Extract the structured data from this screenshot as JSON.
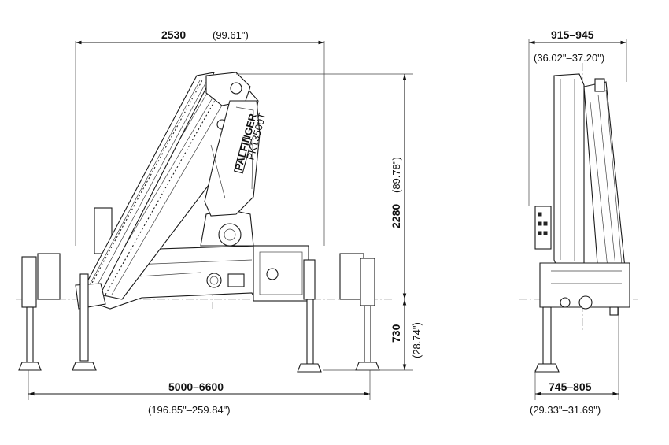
{
  "dimensions": {
    "reach_width": {
      "value": "2530",
      "inches": "(99.61\")"
    },
    "height_above": {
      "value": "2280",
      "inches": "(89.78\")"
    },
    "height_below": {
      "value": "730",
      "inches": "(28.74\")"
    },
    "outrigger_span": {
      "value": "5000–6600",
      "inches": "(196.85\"–259.84\")"
    },
    "side_width_top": {
      "value": "915–945",
      "inches": "(36.02\"–37.20\")"
    },
    "side_width_bottom": {
      "value": "745–805",
      "inches": "(29.33\"–31.69\")"
    }
  },
  "labels": {
    "model": "PK13500T",
    "brand": "PALFINGER"
  }
}
